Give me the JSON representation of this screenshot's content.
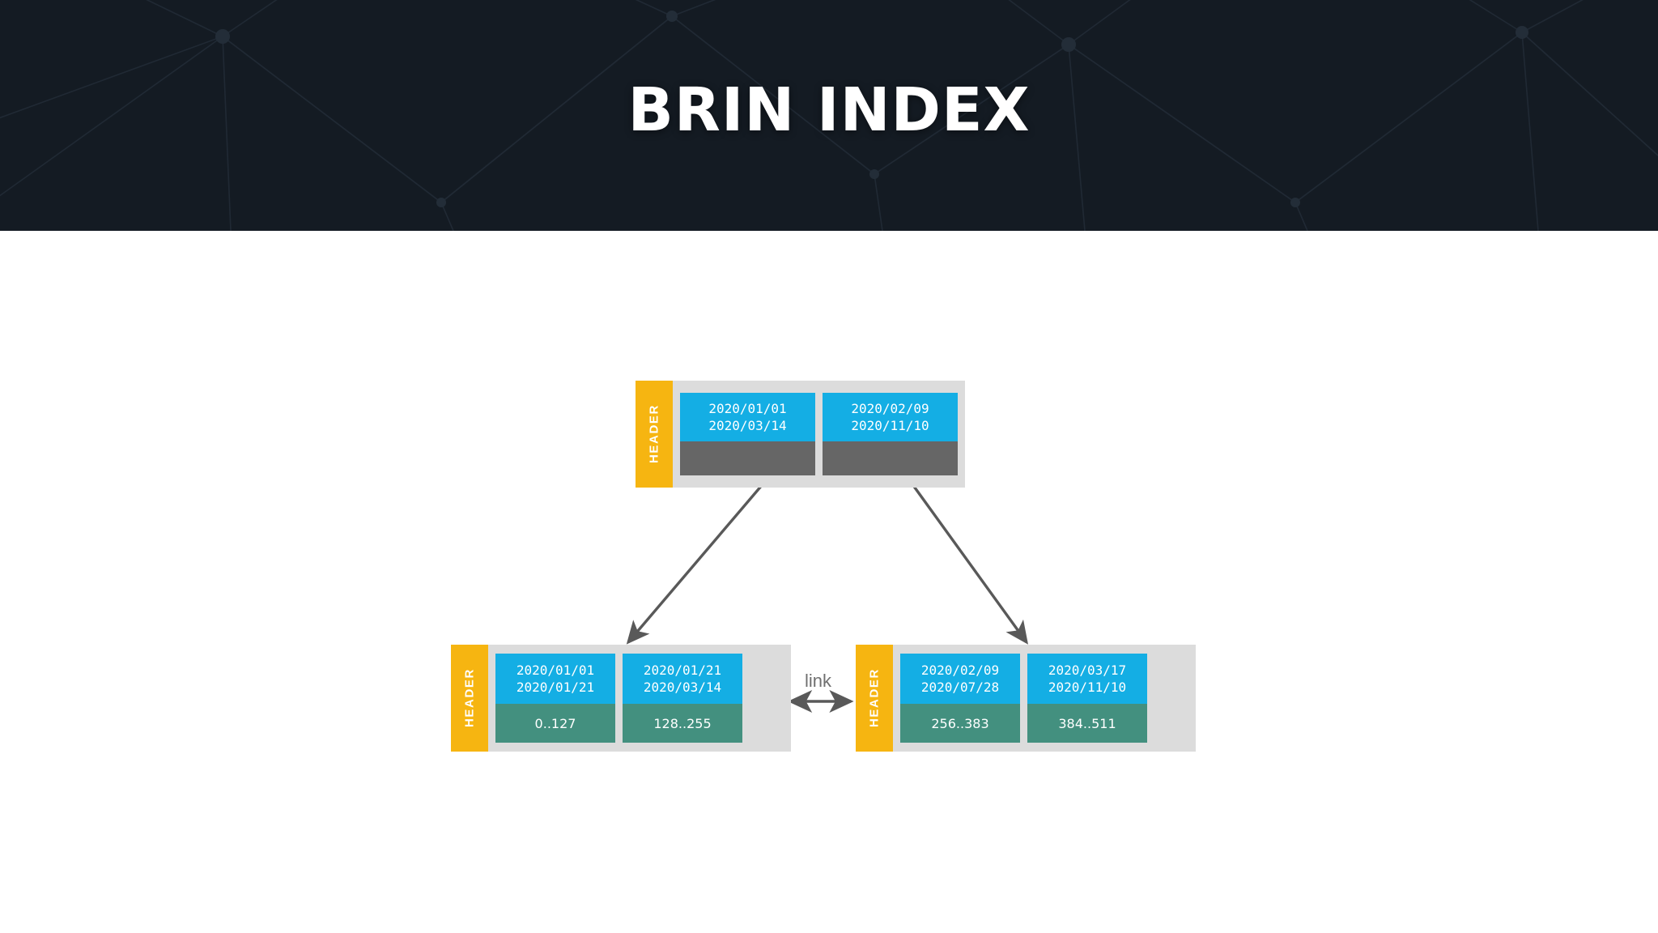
{
  "header": {
    "title": "BRIN INDEX",
    "background_color": "#141b23",
    "title_color": "#ffffff",
    "pattern": "network-constellation"
  },
  "colors": {
    "header_bar": "#f6b511",
    "node_body": "#dcdcdc",
    "range_cell": "#14aee4",
    "pointer_cell": "#666666",
    "block_cell": "#43907f",
    "arrow": "#595959",
    "link_text": "#6f6f6f",
    "page_background": "#ffffff"
  },
  "diagram": {
    "type": "brin-index-tree",
    "header_label": "HEADER",
    "link_label": "link",
    "nodes": [
      {
        "id": "root-node",
        "name": "summary-page",
        "header_label": "HEADER",
        "cells": [
          {
            "range_start": "2020/01/01",
            "range_end": "2020/03/14",
            "pointer": "",
            "kind": "pointer"
          },
          {
            "range_start": "2020/02/09",
            "range_end": "2020/11/10",
            "pointer": "",
            "kind": "pointer"
          }
        ]
      },
      {
        "id": "leaf-node-left",
        "name": "revmap-page-left",
        "header_label": "HEADER",
        "cells": [
          {
            "range_start": "2020/01/01",
            "range_end": "2020/01/21",
            "block": "0..127",
            "kind": "block"
          },
          {
            "range_start": "2020/01/21",
            "range_end": "2020/03/14",
            "block": "128..255",
            "kind": "block"
          }
        ]
      },
      {
        "id": "leaf-node-right",
        "name": "revmap-page-right",
        "header_label": "HEADER",
        "cells": [
          {
            "range_start": "2020/02/09",
            "range_end": "2020/07/28",
            "block": "256..383",
            "kind": "block"
          },
          {
            "range_start": "2020/03/17",
            "range_end": "2020/11/10",
            "block": "384..511",
            "kind": "block"
          }
        ]
      }
    ],
    "edges": [
      {
        "from": "root-node-cell-0",
        "to": "leaf-node-left",
        "style": "arrow"
      },
      {
        "from": "root-node-cell-1",
        "to": "leaf-node-right",
        "style": "arrow"
      },
      {
        "from": "leaf-node-left",
        "to": "leaf-node-right",
        "style": "double-arrow",
        "label": "link"
      }
    ]
  }
}
